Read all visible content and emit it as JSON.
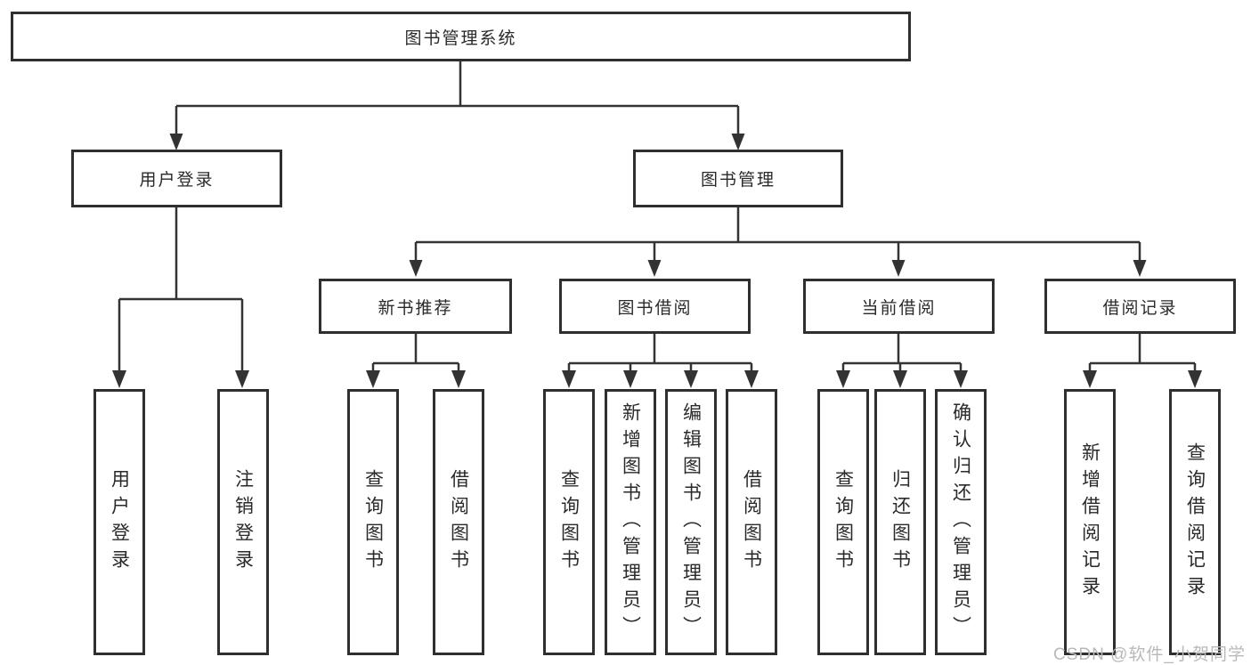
{
  "diagram": {
    "title": "图书管理系统",
    "type": "hierarchy-tree",
    "tree": {
      "root": {
        "label": "图书管理系统"
      },
      "branches": [
        {
          "label": "用户登录",
          "children": [
            {
              "label": "用户登录"
            },
            {
              "label": "注销登录"
            }
          ]
        },
        {
          "label": "图书管理",
          "children": [
            {
              "label": "新书推荐",
              "children": [
                {
                  "label": "查询图书"
                },
                {
                  "label": "借阅图书"
                }
              ]
            },
            {
              "label": "图书借阅",
              "children": [
                {
                  "label": "查询图书"
                },
                {
                  "label": "新增图书（管理员）"
                },
                {
                  "label": "编辑图书（管理员）"
                },
                {
                  "label": "借阅图书"
                }
              ]
            },
            {
              "label": "当前借阅",
              "children": [
                {
                  "label": "查询图书"
                },
                {
                  "label": "归还图书"
                },
                {
                  "label": "确认归还（管理员）"
                }
              ]
            },
            {
              "label": "借阅记录",
              "children": [
                {
                  "label": "新增借阅记录"
                },
                {
                  "label": "查询借阅记录"
                }
              ]
            }
          ]
        }
      ]
    },
    "colors": {
      "line": "#333333",
      "border": "#2f2f2f",
      "text": "#2a2a2a",
      "background": "#ffffff",
      "watermark": "#b9b9b9"
    }
  },
  "watermark": {
    "text": "CSDN @软件_小贺同学"
  }
}
